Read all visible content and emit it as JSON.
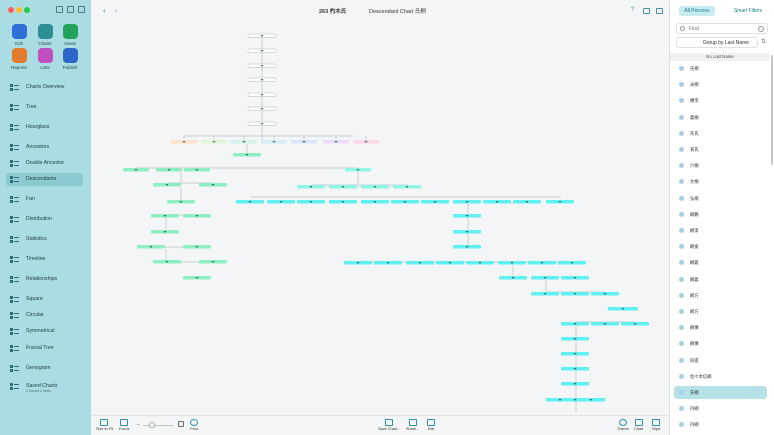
{
  "window": {
    "traffic_lights": [
      "#ff5f57",
      "#febc2e",
      "#28c840"
    ]
  },
  "toolbar_top": {
    "nav_back": "‹",
    "nav_forward": "›",
    "person_icon": "person-icon",
    "person_label": "263 杓木氏",
    "chart_icon": "chart-icon",
    "chart_label": "Descendant Chart 氏桐",
    "help_label": "?"
  },
  "sidebar": {
    "top_buttons": [
      {
        "label": "Edit",
        "icon": "pencil-icon",
        "color": "#2f6fd8"
      },
      {
        "label": "Charts",
        "icon": "charts-icon",
        "color": "#2b8f93"
      },
      {
        "label": "Views",
        "icon": "eye-icon",
        "color": "#23a35a"
      },
      {
        "label": "Reports",
        "icon": "reports-icon",
        "color": "#e47a2c"
      },
      {
        "label": "Lists",
        "icon": "lists-icon",
        "color": "#c24fbf"
      },
      {
        "label": "Publish",
        "icon": "publish-icon",
        "color": "#2b66c9"
      }
    ],
    "items": [
      {
        "label": "Charts Overview",
        "icon": "grid-icon"
      },
      {
        "label": "Tree",
        "icon": "tree-icon"
      },
      {
        "label": "Hourglass",
        "icon": "hourglass-icon"
      },
      {
        "label": "Ancestors",
        "icon": "ancestors-icon"
      },
      {
        "label": "Double Ancestor",
        "icon": "double-ancestor-icon"
      },
      {
        "label": "Descendants",
        "icon": "descendants-icon",
        "active": true
      },
      {
        "label": "Fan",
        "icon": "fan-icon"
      },
      {
        "label": "Distribution",
        "icon": "distribution-icon"
      },
      {
        "label": "Statistics",
        "icon": "statistics-icon"
      },
      {
        "label": "Timeline",
        "icon": "timeline-icon"
      },
      {
        "label": "Relationships",
        "icon": "relationships-icon"
      },
      {
        "label": "Square",
        "icon": "square-icon"
      },
      {
        "label": "Circular",
        "icon": "circular-icon"
      },
      {
        "label": "Symmetrical",
        "icon": "symmetrical-icon"
      },
      {
        "label": "Fractal Tree",
        "icon": "fractal-tree-icon"
      },
      {
        "label": "Genogram",
        "icon": "genogram-icon"
      },
      {
        "label": "Saved Charts",
        "sublabel": "0 Saved Charts",
        "icon": "saved-charts-icon"
      }
    ]
  },
  "bottom_toolbar": {
    "left": [
      {
        "label": "Size to Fit",
        "icon": "size-to-fit-icon"
      },
      {
        "label": "Focus",
        "icon": "focus-icon"
      },
      {
        "label": "Find",
        "icon": "find-icon"
      }
    ],
    "right": [
      {
        "label": "Save Chart...",
        "icon": "save-icon"
      },
      {
        "label": "Share...",
        "icon": "share-icon"
      },
      {
        "label": "Edit",
        "icon": "edit-icon"
      },
      {
        "label": "Theme",
        "icon": "theme-icon"
      },
      {
        "label": "Chart",
        "icon": "chart-settings-icon"
      },
      {
        "label": "Style",
        "icon": "style-icon"
      }
    ]
  },
  "right_panel": {
    "tab_all": "All Persons",
    "tab_smart": "Smart Filters",
    "find_placeholder": "Find",
    "group_by": "Group by Last Name",
    "section_header": "No Last Name",
    "persons": [
      {
        "name": "氏桐"
      },
      {
        "name": "米桐"
      },
      {
        "name": "穗李"
      },
      {
        "name": "義桐"
      },
      {
        "name": "氏氏"
      },
      {
        "name": "菊氏"
      },
      {
        "name": "六桐"
      },
      {
        "name": "文桐"
      },
      {
        "name": "弘桐"
      },
      {
        "name": "綱鵝"
      },
      {
        "name": "綱漆"
      },
      {
        "name": "綱振"
      },
      {
        "name": "綱義"
      },
      {
        "name": "綱義"
      },
      {
        "name": "綱方"
      },
      {
        "name": "綱方"
      },
      {
        "name": "綱傳"
      },
      {
        "name": "綱傳"
      },
      {
        "name": "與提"
      },
      {
        "name": "佐々木信綱"
      },
      {
        "name": "氏桐",
        "selected": true
      },
      {
        "name": "持綱"
      },
      {
        "name": "持綱"
      }
    ]
  },
  "colors": {
    "accent": "#2f8fa0",
    "sidebar_bg": "#a9dde3",
    "node_green": "#8ef0c2",
    "node_cyan": "#5ff1f1",
    "node_white": "#ffffff"
  }
}
